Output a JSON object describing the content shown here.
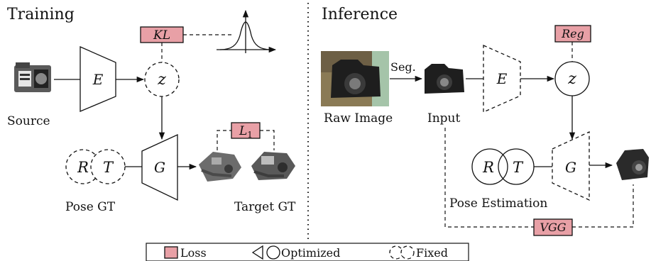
{
  "sections": {
    "training": "Training",
    "inference": "Inference"
  },
  "training": {
    "source_label": "Source",
    "encoder": "E",
    "latent": "z",
    "kl_loss": "KL",
    "generator": "G",
    "rotation": "R",
    "translation": "T",
    "pose_label": "Pose GT",
    "l1_loss": "L",
    "l1_subscript": "1",
    "target_label": "Target GT"
  },
  "inference": {
    "raw_label": "Raw Image",
    "seg_label": "Seg.",
    "input_label": "Input",
    "encoder": "E",
    "latent": "z",
    "reg_loss": "Reg",
    "generator": "G",
    "rotation": "R",
    "translation": "T",
    "pose_label": "Pose Estimation",
    "vgg_loss": "VGG"
  },
  "legend": {
    "loss": "Loss",
    "optimized": "Optimized",
    "fixed": "Fixed"
  },
  "colors": {
    "loss_fill": "#e8a0a6",
    "stroke": "#111111"
  }
}
